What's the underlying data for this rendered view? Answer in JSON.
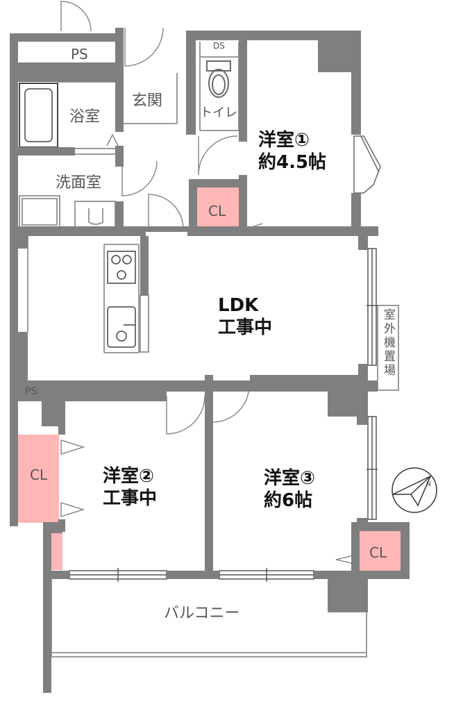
{
  "colors": {
    "wall": "#7f7f7f",
    "closet": "#ffb6b6",
    "fixture": "#9a9a9a",
    "text": "#111111",
    "subtext": "#555555"
  },
  "labels": {
    "ps_top": "PS",
    "bath": "浴室",
    "entrance": "玄関",
    "toilet": "トイレ",
    "ds": "DS",
    "washroom": "洗面室",
    "room1_name": "洋室①",
    "room1_size": "約4.5帖",
    "cl_entry": "CL",
    "ldk_name": "LDK",
    "ldk_status": "工事中",
    "outdoor_unit": "室外機置場",
    "ps_left": "PS",
    "cl_left": "CL",
    "room2_name": "洋室②",
    "room2_status": "工事中",
    "room3_name": "洋室③",
    "room3_size": "約6帖",
    "cl_room3": "CL",
    "balcony": "バルコニー"
  },
  "icons": {
    "compass": "north-arrow-icon"
  }
}
